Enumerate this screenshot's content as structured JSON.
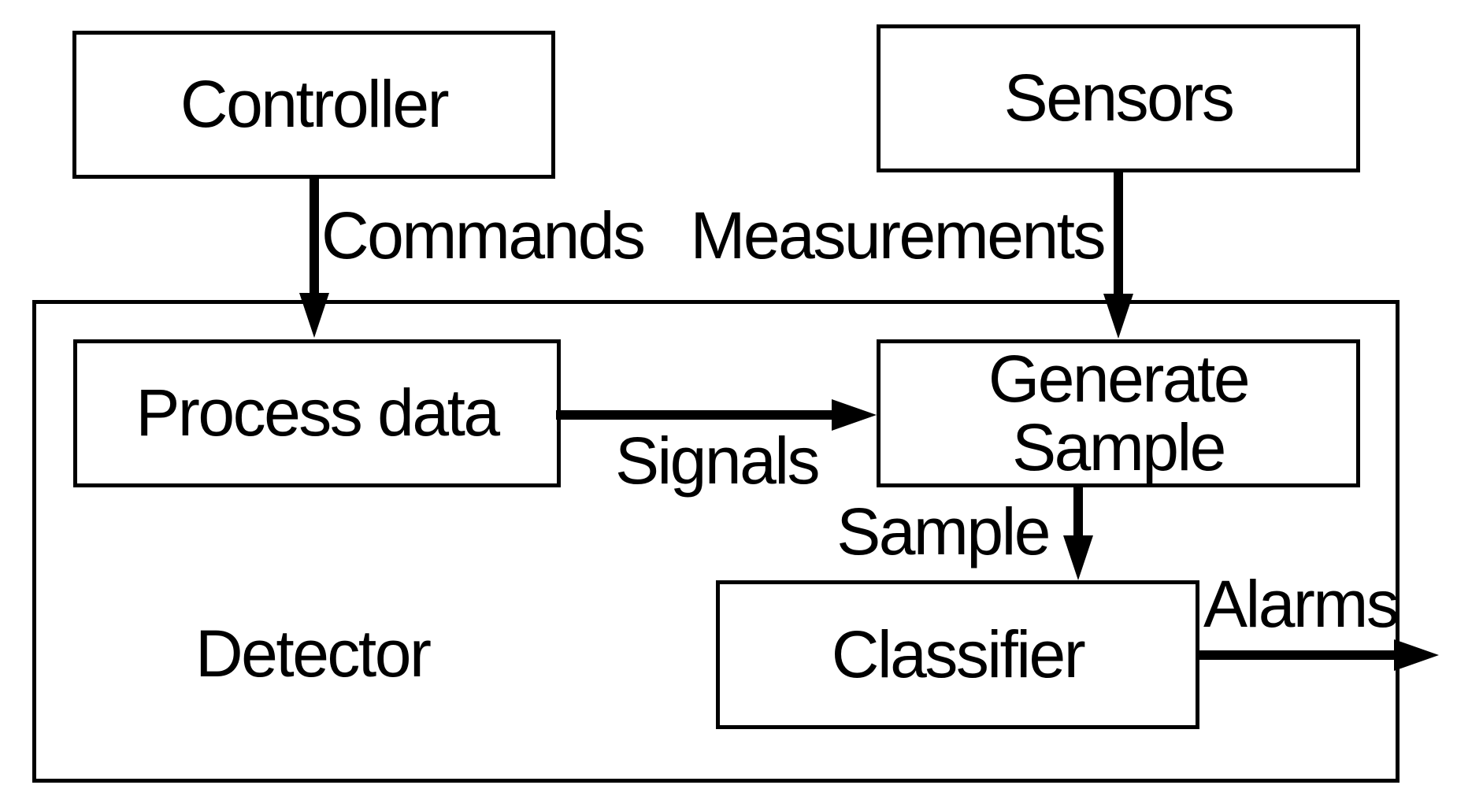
{
  "diagram": {
    "background_color": "#ffffff",
    "line_color": "#000000",
    "boxes": {
      "controller": {
        "label": "Controller"
      },
      "sensors": {
        "label": "Sensors"
      },
      "detector": {
        "label": "Detector"
      },
      "process_data": {
        "label": "Process data"
      },
      "generate_sample": {
        "lines": [
          "Generate",
          "Sample"
        ]
      },
      "classifier": {
        "label": "Classifier"
      }
    },
    "edges": {
      "commands": {
        "label": "Commands",
        "from": "Controller",
        "to": "Process data"
      },
      "measurements": {
        "label": "Measurements",
        "from": "Sensors",
        "to": "Generate Sample"
      },
      "signals": {
        "label": "Signals",
        "from": "Process data",
        "to": "Generate Sample"
      },
      "sample": {
        "label": "Sample",
        "from": "Generate Sample",
        "to": "Classifier"
      },
      "alarms": {
        "label": "Alarms",
        "from": "Classifier",
        "to": "outside Detector"
      }
    }
  }
}
